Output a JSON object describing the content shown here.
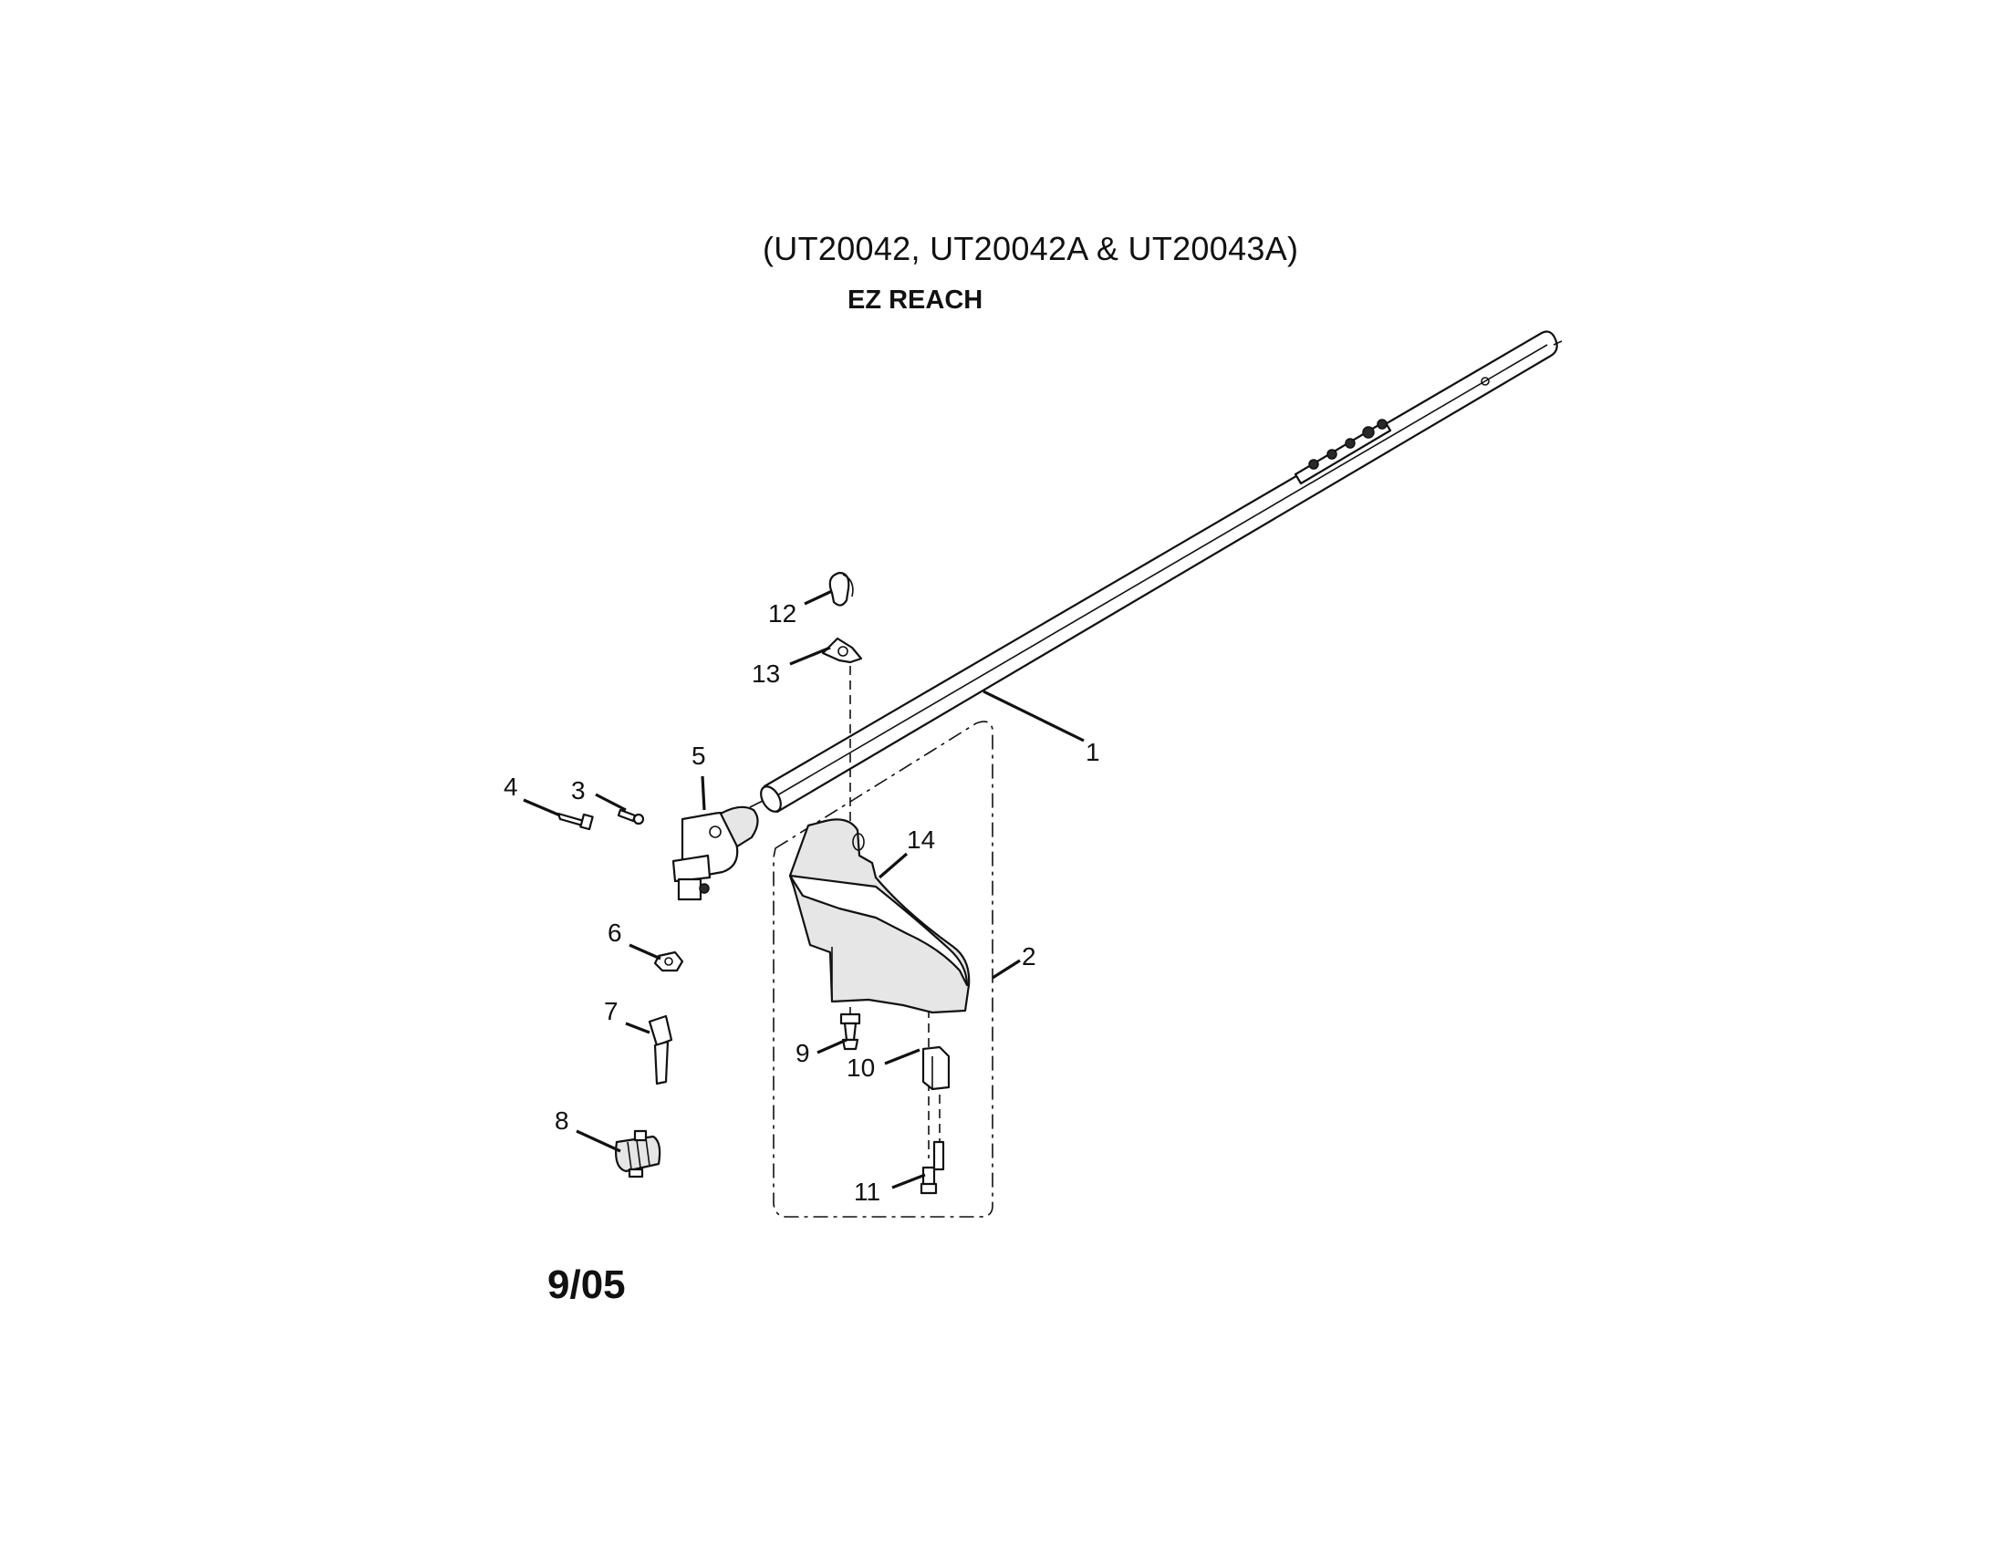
{
  "title": "(UT20042, UT20042A & UT20043A)",
  "subtitle": "EZ REACH",
  "date_code": "9/05",
  "callouts": {
    "c1": "1",
    "c2": "2",
    "c3": "3",
    "c4": "4",
    "c5": "5",
    "c6": "6",
    "c7": "7",
    "c8": "8",
    "c9": "9",
    "c10": "10",
    "c11": "11",
    "c12": "12",
    "c13": "13",
    "c14": "14"
  },
  "icons": [
    "drive-shaft-tube",
    "debris-shield",
    "gearbox",
    "clamp"
  ]
}
